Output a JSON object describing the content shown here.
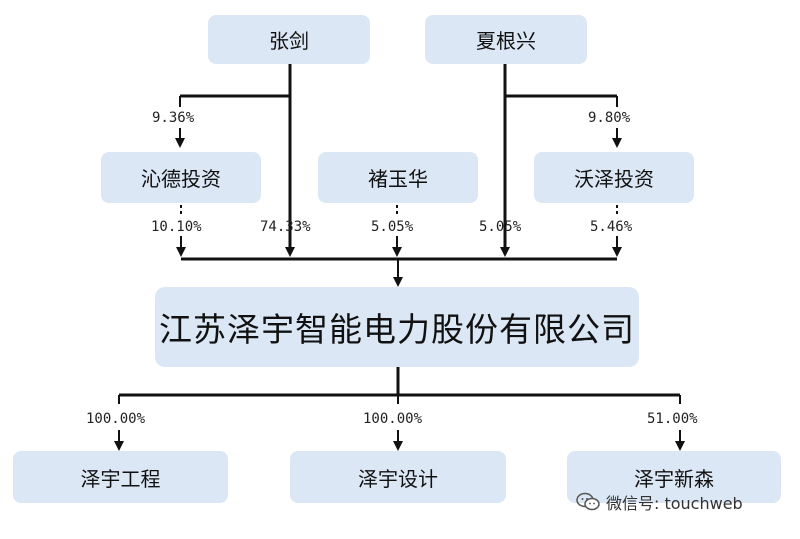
{
  "nodes": {
    "zhang_jian": "张剑",
    "xia_genxing": "夏根兴",
    "qinde": "沁德投资",
    "chu_yuhua": "褚玉华",
    "woze": "沃泽投资",
    "company": "江苏泽宇智能电力股份有限公司",
    "zeyu_engineering": "泽宇工程",
    "zeyu_design": "泽宇设计",
    "zeyu_xinsen": "泽宇新森"
  },
  "percentages": {
    "zhang_to_qinde": "9.36%",
    "xia_to_woze": "9.80%",
    "qinde_to_company": "10.10%",
    "zhang_to_company": "74.33%",
    "chu_to_company": "5.05%",
    "xia_to_company": "5.05%",
    "woze_to_company": "5.46%",
    "company_to_engineering": "100.00%",
    "company_to_design": "100.00%",
    "company_to_xinsen": "51.00%"
  },
  "watermark": {
    "icon": "wechat-icon",
    "text": "微信号: touchweb"
  }
}
